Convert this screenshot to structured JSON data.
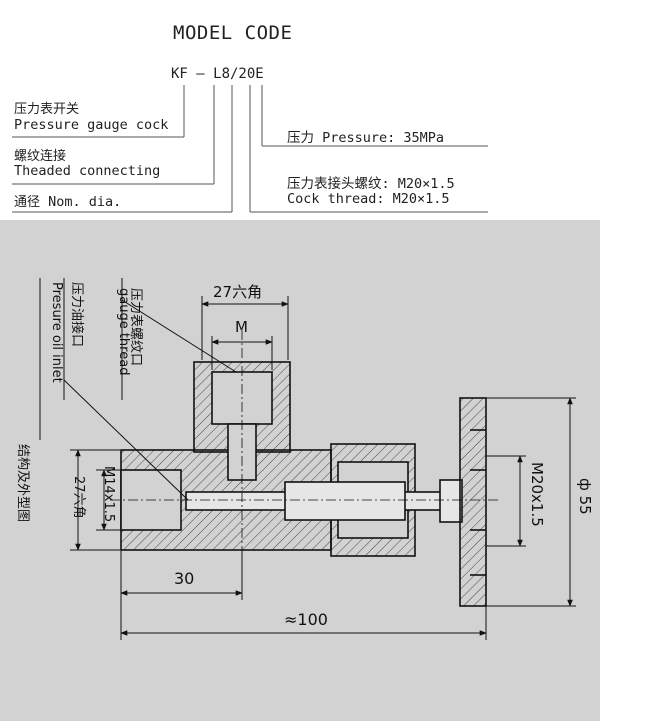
{
  "title": "MODEL CODE",
  "model_code": "KF — L8/20E",
  "legend_left": [
    {
      "cn": "压力表开关",
      "en": "Pressure gauge cock"
    },
    {
      "cn": "螺纹连接",
      "en": "Theaded connecting"
    },
    {
      "cn": "通径",
      "en": "Nom. dia."
    }
  ],
  "legend_right": [
    {
      "text": "压力 Pressure: 35MPa"
    },
    {
      "cn": "压力表接头螺纹: M20×1.5",
      "en": "Cock thread: M20×1.5"
    }
  ],
  "drawing": {
    "callout_gauge_cn": "压力表螺纹口",
    "callout_gauge_en": "gauge thread",
    "callout_inlet_cn": "压力油接口",
    "callout_inlet_en": "Presure oil inlet",
    "callout_outline_cn": "结构及外型图",
    "dim_top_hex": "27六角",
    "dim_top_thread": "M",
    "dim_left_hex": "27六角",
    "dim_left_thread": "M14x1.5",
    "dim_cock_thread": "M20x1.5",
    "dim_handwheel": "ф 55",
    "dim_inlet_len": "30",
    "dim_total_len": "≈100"
  },
  "colors": {
    "drawing_bg": "#d2d2d2",
    "line": "#111111"
  }
}
